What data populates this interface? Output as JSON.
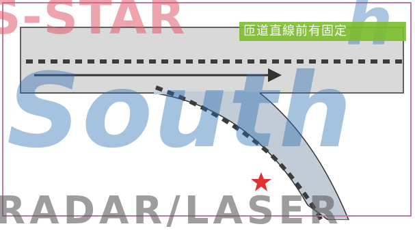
{
  "scene": {
    "caption": "匝道直線前有固定",
    "watermarks": {
      "top": "S-STAR",
      "middle": "South",
      "bottom": "RADAR/LASER",
      "corner": "h"
    },
    "marker": "star-icon",
    "colors": {
      "road": "#d9d9d9",
      "ramp": "#c2ccd7",
      "lane_dash": "#3b3b3b",
      "arrow": "#333333",
      "star": "#e0312f",
      "caption_bg": "#7dbe2e",
      "frame": "#c07aa8"
    }
  }
}
